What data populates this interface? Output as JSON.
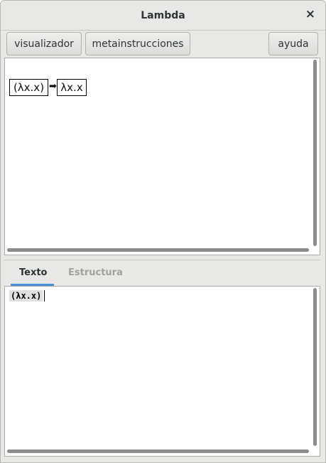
{
  "window": {
    "title": "Lambda",
    "close_glyph": "×"
  },
  "toolbar": {
    "visualizer_label": "visualizador",
    "metainstructions_label": "metainstrucciones",
    "help_label": "ayuda"
  },
  "visualization": {
    "left_box": "(λx.x)",
    "arrow_glyph": "➡",
    "right_box": "λx.x"
  },
  "tabs": {
    "text_label": "Texto",
    "structure_label": "Estructura"
  },
  "editor": {
    "code": "(λx.x)"
  },
  "colors": {
    "accent": "#4a90d9",
    "window_bg": "#e8e8e7",
    "scrollbar": "#8c8c8a"
  }
}
